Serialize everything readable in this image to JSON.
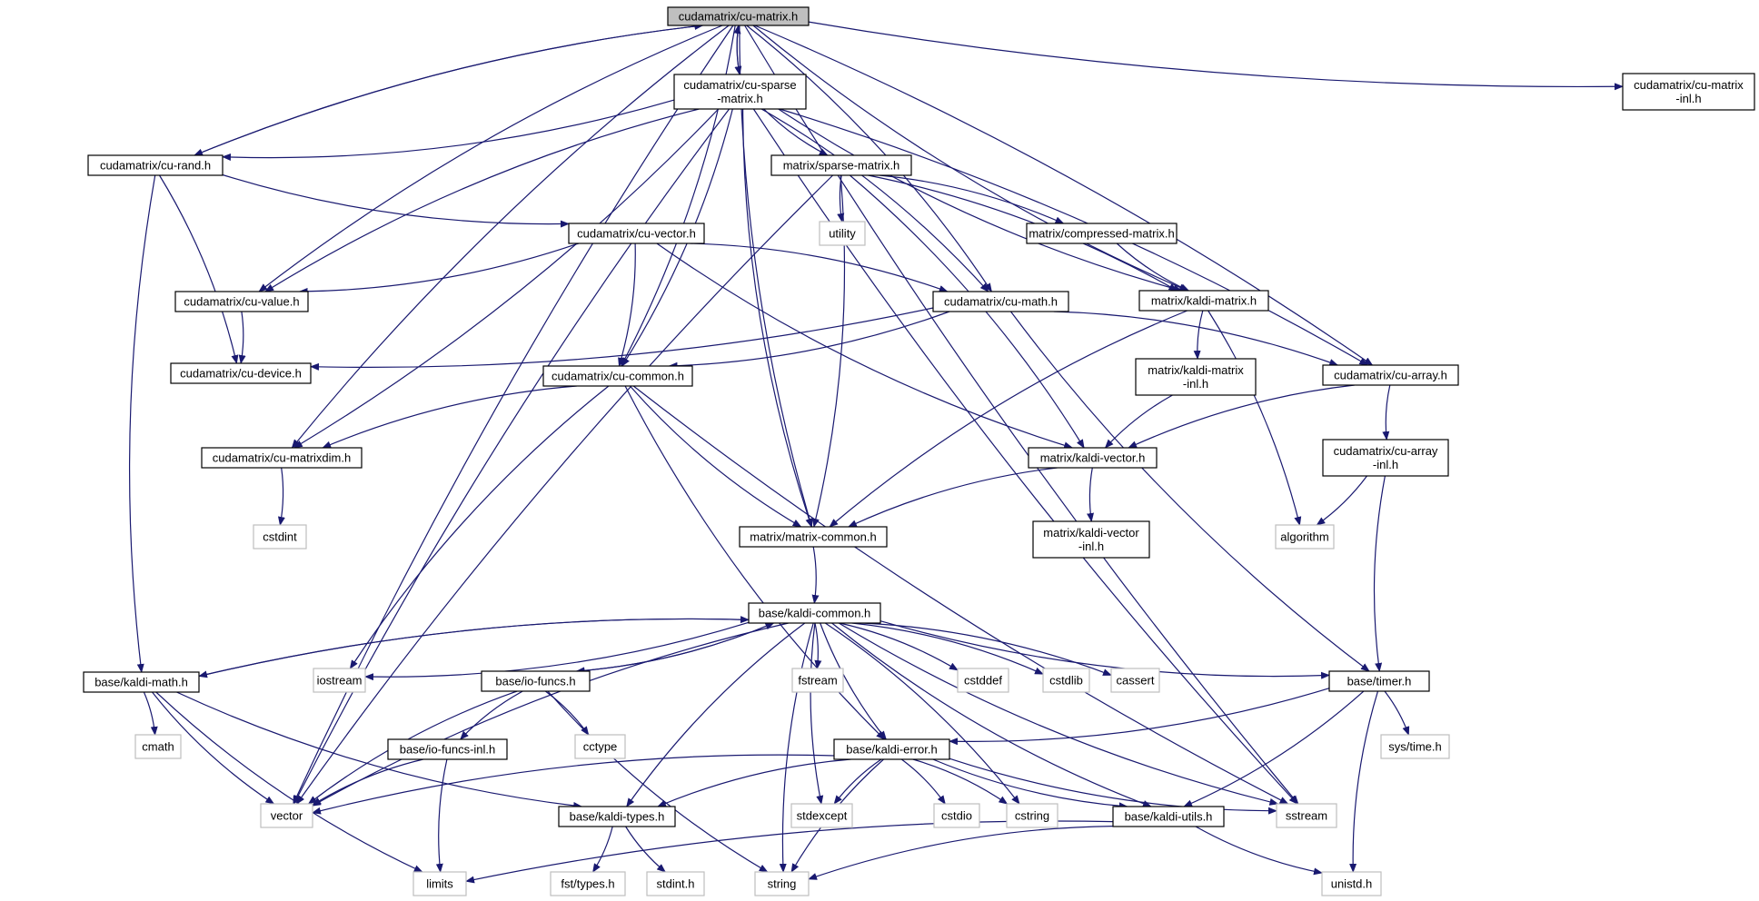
{
  "diagram": {
    "type": "include-dependency-graph",
    "colors": {
      "edge": "#191970",
      "root_fill": "#bfbfbf",
      "node_stroke": "#000000",
      "system_stroke": "#bfbfbf",
      "text": "#000000"
    },
    "nodes": [
      {
        "id": "cu-matrix",
        "lines": [
          "cudamatrix/cu-matrix.h"
        ],
        "kind": "root"
      },
      {
        "id": "cu-sparse-matrix",
        "lines": [
          "cudamatrix/cu-sparse",
          "-matrix.h"
        ],
        "kind": "header"
      },
      {
        "id": "cu-matrix-inl",
        "lines": [
          "cudamatrix/cu-matrix",
          "-inl.h"
        ],
        "kind": "header"
      },
      {
        "id": "cu-rand",
        "lines": [
          "cudamatrix/cu-rand.h"
        ],
        "kind": "header"
      },
      {
        "id": "sparse-matrix",
        "lines": [
          "matrix/sparse-matrix.h"
        ],
        "kind": "header"
      },
      {
        "id": "utility",
        "lines": [
          "utility"
        ],
        "kind": "system"
      },
      {
        "id": "cu-vector",
        "lines": [
          "cudamatrix/cu-vector.h"
        ],
        "kind": "header"
      },
      {
        "id": "compressed-matrix",
        "lines": [
          "matrix/compressed-matrix.h"
        ],
        "kind": "header"
      },
      {
        "id": "cu-value",
        "lines": [
          "cudamatrix/cu-value.h"
        ],
        "kind": "header"
      },
      {
        "id": "cu-math",
        "lines": [
          "cudamatrix/cu-math.h"
        ],
        "kind": "header"
      },
      {
        "id": "kaldi-matrix",
        "lines": [
          "matrix/kaldi-matrix.h"
        ],
        "kind": "header"
      },
      {
        "id": "cu-device",
        "lines": [
          "cudamatrix/cu-device.h"
        ],
        "kind": "header"
      },
      {
        "id": "cu-common",
        "lines": [
          "cudamatrix/cu-common.h"
        ],
        "kind": "header"
      },
      {
        "id": "kaldi-matrix-inl",
        "lines": [
          "matrix/kaldi-matrix",
          "-inl.h"
        ],
        "kind": "header"
      },
      {
        "id": "cu-array",
        "lines": [
          "cudamatrix/cu-array.h"
        ],
        "kind": "header"
      },
      {
        "id": "cu-matrixdim",
        "lines": [
          "cudamatrix/cu-matrixdim.h"
        ],
        "kind": "header"
      },
      {
        "id": "kaldi-vector",
        "lines": [
          "matrix/kaldi-vector.h"
        ],
        "kind": "header"
      },
      {
        "id": "cu-array-inl",
        "lines": [
          "cudamatrix/cu-array",
          "-inl.h"
        ],
        "kind": "header"
      },
      {
        "id": "cstdint",
        "lines": [
          "cstdint"
        ],
        "kind": "system"
      },
      {
        "id": "kaldi-vector-inl",
        "lines": [
          "matrix/kaldi-vector",
          "-inl.h"
        ],
        "kind": "header"
      },
      {
        "id": "algorithm",
        "lines": [
          "algorithm"
        ],
        "kind": "system"
      },
      {
        "id": "matrix-common",
        "lines": [
          "matrix/matrix-common.h"
        ],
        "kind": "header"
      },
      {
        "id": "kaldi-common",
        "lines": [
          "base/kaldi-common.h"
        ],
        "kind": "header"
      },
      {
        "id": "kaldi-math",
        "lines": [
          "base/kaldi-math.h"
        ],
        "kind": "header"
      },
      {
        "id": "iostream",
        "lines": [
          "iostream"
        ],
        "kind": "system"
      },
      {
        "id": "io-funcs",
        "lines": [
          "base/io-funcs.h"
        ],
        "kind": "header"
      },
      {
        "id": "fstream",
        "lines": [
          "fstream"
        ],
        "kind": "system"
      },
      {
        "id": "cstddef",
        "lines": [
          "cstddef"
        ],
        "kind": "system"
      },
      {
        "id": "cstdlib",
        "lines": [
          "cstdlib"
        ],
        "kind": "system"
      },
      {
        "id": "cassert",
        "lines": [
          "cassert"
        ],
        "kind": "system"
      },
      {
        "id": "timer",
        "lines": [
          "base/timer.h"
        ],
        "kind": "header"
      },
      {
        "id": "cmath",
        "lines": [
          "cmath"
        ],
        "kind": "system"
      },
      {
        "id": "cctype",
        "lines": [
          "cctype"
        ],
        "kind": "system"
      },
      {
        "id": "io-funcs-inl",
        "lines": [
          "base/io-funcs-inl.h"
        ],
        "kind": "header"
      },
      {
        "id": "kaldi-error",
        "lines": [
          "base/kaldi-error.h"
        ],
        "kind": "header"
      },
      {
        "id": "sys-time",
        "lines": [
          "sys/time.h"
        ],
        "kind": "system"
      },
      {
        "id": "vector",
        "lines": [
          "vector"
        ],
        "kind": "system"
      },
      {
        "id": "kaldi-types",
        "lines": [
          "base/kaldi-types.h"
        ],
        "kind": "header"
      },
      {
        "id": "stdexcept",
        "lines": [
          "stdexcept"
        ],
        "kind": "system"
      },
      {
        "id": "cstdio",
        "lines": [
          "cstdio"
        ],
        "kind": "system"
      },
      {
        "id": "cstring",
        "lines": [
          "cstring"
        ],
        "kind": "system"
      },
      {
        "id": "kaldi-utils",
        "lines": [
          "base/kaldi-utils.h"
        ],
        "kind": "header"
      },
      {
        "id": "sstream",
        "lines": [
          "sstream"
        ],
        "kind": "system"
      },
      {
        "id": "limits",
        "lines": [
          "limits"
        ],
        "kind": "system"
      },
      {
        "id": "fst-types",
        "lines": [
          "fst/types.h"
        ],
        "kind": "system"
      },
      {
        "id": "stdint",
        "lines": [
          "stdint.h"
        ],
        "kind": "system"
      },
      {
        "id": "string",
        "lines": [
          "string"
        ],
        "kind": "system"
      },
      {
        "id": "unistd",
        "lines": [
          "unistd.h"
        ],
        "kind": "system"
      }
    ],
    "edges": [
      [
        "cu-matrix",
        "cu-sparse-matrix"
      ],
      [
        "cu-matrix",
        "cu-matrix-inl"
      ],
      [
        "cu-matrix",
        "cu-rand"
      ],
      [
        "cu-matrix",
        "cu-value"
      ],
      [
        "cu-matrix",
        "cu-math"
      ],
      [
        "cu-matrix",
        "kaldi-matrix"
      ],
      [
        "cu-matrix",
        "cu-common"
      ],
      [
        "cu-matrix",
        "cu-array"
      ],
      [
        "cu-matrix",
        "cu-matrixdim"
      ],
      [
        "cu-matrix",
        "matrix-common"
      ],
      [
        "cu-matrix",
        "vector"
      ],
      [
        "cu-matrix",
        "sstream"
      ],
      [
        "cu-sparse-matrix",
        "cu-matrix"
      ],
      [
        "cu-sparse-matrix",
        "cu-rand"
      ],
      [
        "cu-sparse-matrix",
        "sparse-matrix"
      ],
      [
        "cu-sparse-matrix",
        "cu-value"
      ],
      [
        "cu-sparse-matrix",
        "cu-math"
      ],
      [
        "cu-sparse-matrix",
        "kaldi-matrix"
      ],
      [
        "cu-sparse-matrix",
        "cu-common"
      ],
      [
        "cu-sparse-matrix",
        "cu-array"
      ],
      [
        "cu-sparse-matrix",
        "cu-matrixdim"
      ],
      [
        "cu-sparse-matrix",
        "matrix-common"
      ],
      [
        "cu-sparse-matrix",
        "vector"
      ],
      [
        "cu-sparse-matrix",
        "sstream"
      ],
      [
        "cu-rand",
        "cu-matrix"
      ],
      [
        "cu-rand",
        "cu-vector"
      ],
      [
        "cu-rand",
        "cu-device"
      ],
      [
        "cu-rand",
        "kaldi-math"
      ],
      [
        "sparse-matrix",
        "utility"
      ],
      [
        "sparse-matrix",
        "compressed-matrix"
      ],
      [
        "sparse-matrix",
        "kaldi-matrix"
      ],
      [
        "sparse-matrix",
        "kaldi-vector"
      ],
      [
        "sparse-matrix",
        "matrix-common"
      ],
      [
        "sparse-matrix",
        "vector"
      ],
      [
        "cu-vector",
        "cu-value"
      ],
      [
        "cu-vector",
        "cu-math"
      ],
      [
        "cu-vector",
        "cu-common"
      ],
      [
        "cu-vector",
        "kaldi-vector"
      ],
      [
        "compressed-matrix",
        "kaldi-matrix"
      ],
      [
        "cu-value",
        "cu-device"
      ],
      [
        "cu-math",
        "cu-device"
      ],
      [
        "cu-math",
        "cu-common"
      ],
      [
        "cu-math",
        "cu-array"
      ],
      [
        "cu-math",
        "timer"
      ],
      [
        "kaldi-matrix",
        "kaldi-matrix-inl"
      ],
      [
        "kaldi-matrix",
        "matrix-common"
      ],
      [
        "kaldi-matrix",
        "algorithm"
      ],
      [
        "kaldi-matrix-inl",
        "kaldi-vector"
      ],
      [
        "cu-common",
        "cu-matrixdim"
      ],
      [
        "cu-common",
        "iostream"
      ],
      [
        "cu-common",
        "matrix-common"
      ],
      [
        "cu-common",
        "kaldi-error"
      ],
      [
        "cu-common",
        "sstream"
      ],
      [
        "cu-array",
        "kaldi-vector"
      ],
      [
        "cu-array",
        "cu-array-inl"
      ],
      [
        "cu-array-inl",
        "algorithm"
      ],
      [
        "cu-array-inl",
        "timer"
      ],
      [
        "cu-matrixdim",
        "cstdint"
      ],
      [
        "kaldi-vector",
        "kaldi-vector-inl"
      ],
      [
        "kaldi-vector",
        "matrix-common"
      ],
      [
        "matrix-common",
        "kaldi-common"
      ],
      [
        "kaldi-common",
        "kaldi-math"
      ],
      [
        "kaldi-common",
        "iostream"
      ],
      [
        "kaldi-common",
        "io-funcs"
      ],
      [
        "kaldi-common",
        "fstream"
      ],
      [
        "kaldi-common",
        "cstddef"
      ],
      [
        "kaldi-common",
        "cstdlib"
      ],
      [
        "kaldi-common",
        "cassert"
      ],
      [
        "kaldi-common",
        "timer"
      ],
      [
        "kaldi-common",
        "kaldi-error"
      ],
      [
        "kaldi-common",
        "vector"
      ],
      [
        "kaldi-common",
        "kaldi-types"
      ],
      [
        "kaldi-common",
        "stdexcept"
      ],
      [
        "kaldi-common",
        "cstring"
      ],
      [
        "kaldi-common",
        "kaldi-utils"
      ],
      [
        "kaldi-common",
        "sstream"
      ],
      [
        "kaldi-common",
        "string"
      ],
      [
        "kaldi-math",
        "kaldi-common"
      ],
      [
        "kaldi-math",
        "cmath"
      ],
      [
        "kaldi-math",
        "vector"
      ],
      [
        "kaldi-math",
        "kaldi-types"
      ],
      [
        "kaldi-math",
        "limits"
      ],
      [
        "io-funcs",
        "kaldi-common"
      ],
      [
        "io-funcs",
        "cctype"
      ],
      [
        "io-funcs",
        "io-funcs-inl"
      ],
      [
        "io-funcs",
        "vector"
      ],
      [
        "io-funcs",
        "string"
      ],
      [
        "io-funcs-inl",
        "vector"
      ],
      [
        "io-funcs-inl",
        "limits"
      ],
      [
        "timer",
        "sys-time"
      ],
      [
        "timer",
        "kaldi-error"
      ],
      [
        "timer",
        "kaldi-utils"
      ],
      [
        "timer",
        "unistd"
      ],
      [
        "kaldi-error",
        "vector"
      ],
      [
        "kaldi-error",
        "kaldi-types"
      ],
      [
        "kaldi-error",
        "stdexcept"
      ],
      [
        "kaldi-error",
        "cstdio"
      ],
      [
        "kaldi-error",
        "cstring"
      ],
      [
        "kaldi-error",
        "kaldi-utils"
      ],
      [
        "kaldi-error",
        "sstream"
      ],
      [
        "kaldi-error",
        "string"
      ],
      [
        "kaldi-types",
        "fst-types"
      ],
      [
        "kaldi-types",
        "stdint"
      ],
      [
        "kaldi-utils",
        "limits"
      ],
      [
        "kaldi-utils",
        "string"
      ],
      [
        "kaldi-utils",
        "unistd"
      ]
    ]
  }
}
